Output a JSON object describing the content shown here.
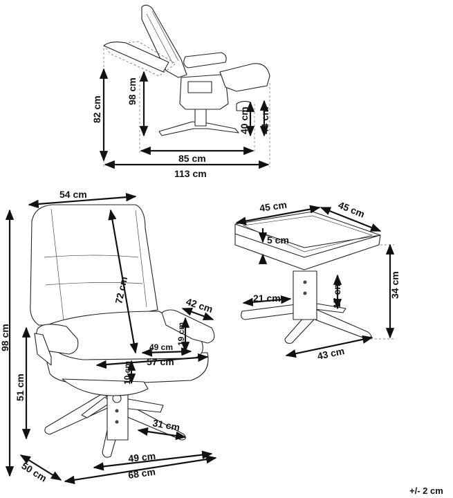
{
  "side_view": {
    "seat_height": "82 cm",
    "total_height": "98 cm",
    "ottoman_height": "40 cm",
    "ottoman_height_full": "44 cm",
    "depth": "85 cm",
    "reclined_depth": "113 cm"
  },
  "front_view": {
    "width": "54 cm",
    "height": "98 cm",
    "back_height": "72 cm",
    "armrest_length": "42 cm",
    "armrest_height": "19 cm",
    "seat_depth": "49 cm",
    "seat_width": "57 cm",
    "cushion_thickness": "10 cm",
    "seat_height": "51 cm",
    "base_radius": "31 cm",
    "base_width": "49 cm",
    "base_depth": "50 cm",
    "overall_width": "68 cm"
  },
  "ottoman": {
    "width": "45 cm",
    "depth": "45 cm",
    "cushion_thickness": "5 cm",
    "height": "34 cm",
    "column_height": "17 cm",
    "base_radius": "21 cm",
    "base_width": "43 cm"
  },
  "tolerance": "+/- 2 cm"
}
